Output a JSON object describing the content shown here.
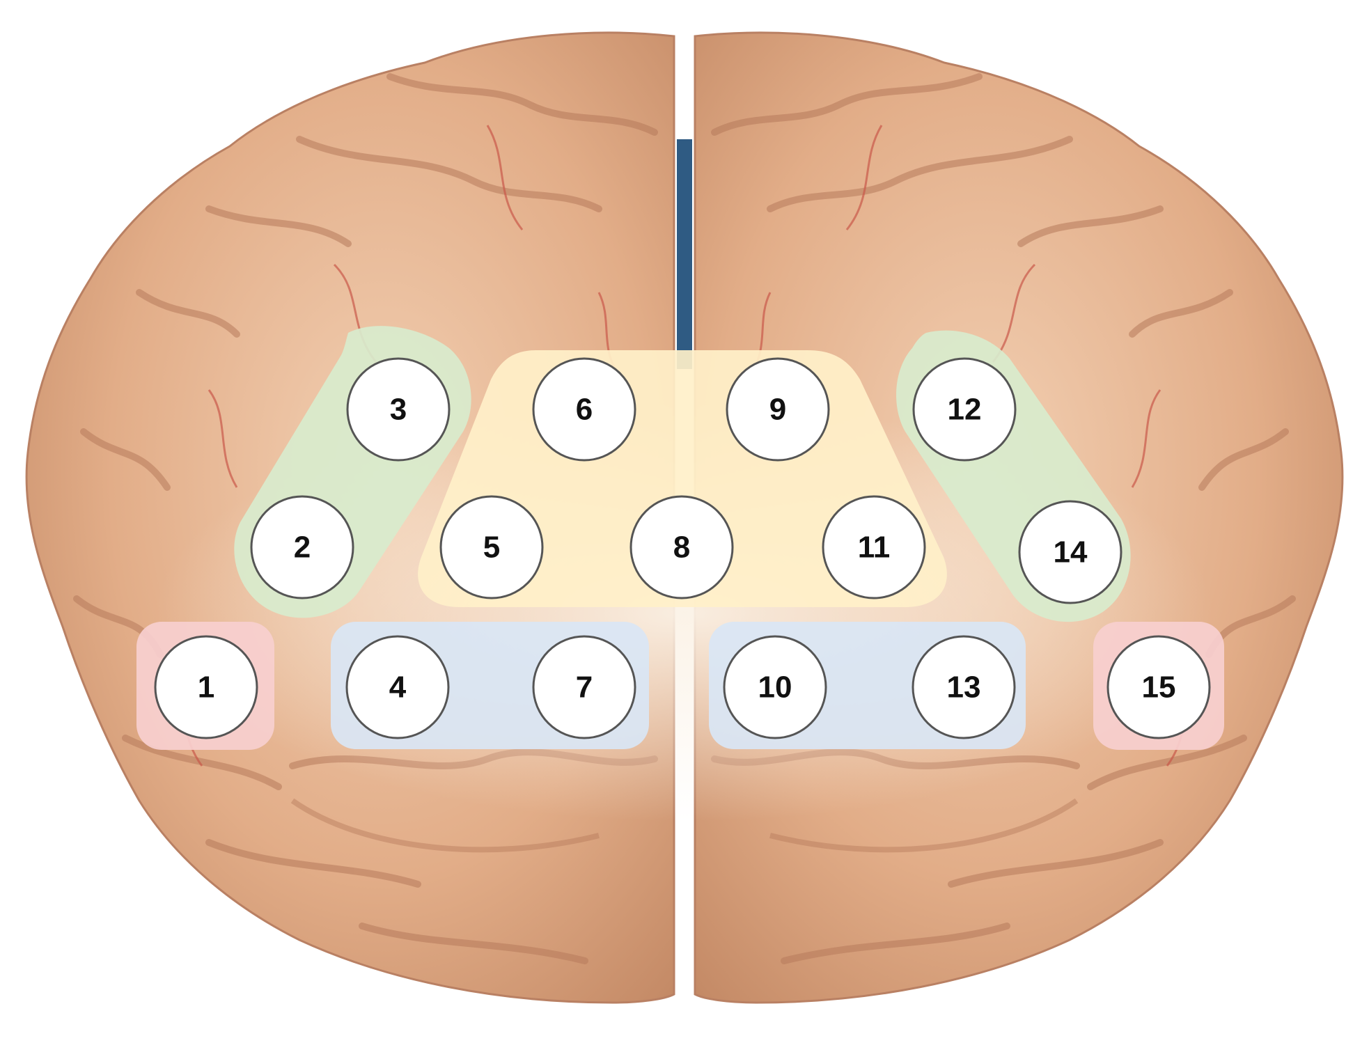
{
  "colors": {
    "background": "#ffffff",
    "brain_tissue": "#e3b08c",
    "brain_shadow": "#b97a5a",
    "vessel": "#c9584a",
    "midline_gap": "#2f5b83",
    "group_red": "#f7cfcf",
    "group_green": "#d8ebcd",
    "group_yellow": "#fff0c9",
    "group_blue": "#d9e6f5",
    "channel_fill": "#ffffff",
    "channel_stroke": "#555555"
  },
  "groups": [
    {
      "id": "red-left",
      "color": "group_red",
      "channels": [
        "1"
      ]
    },
    {
      "id": "green-left",
      "color": "group_green",
      "channels": [
        "2",
        "3"
      ]
    },
    {
      "id": "yellow-center",
      "color": "group_yellow",
      "channels": [
        "5",
        "6",
        "8",
        "9",
        "11"
      ]
    },
    {
      "id": "blue-left",
      "color": "group_blue",
      "channels": [
        "4",
        "7"
      ]
    },
    {
      "id": "blue-right",
      "color": "group_blue",
      "channels": [
        "10",
        "13"
      ]
    },
    {
      "id": "green-right",
      "color": "group_green",
      "channels": [
        "12",
        "14"
      ]
    },
    {
      "id": "red-right",
      "color": "group_red",
      "channels": [
        "15"
      ]
    }
  ],
  "channels": {
    "c1": "1",
    "c2": "2",
    "c3": "3",
    "c4": "4",
    "c5": "5",
    "c6": "6",
    "c7": "7",
    "c8": "8",
    "c9": "9",
    "c10": "10",
    "c11": "11",
    "c12": "12",
    "c13": "13",
    "c14": "14",
    "c15": "15"
  }
}
